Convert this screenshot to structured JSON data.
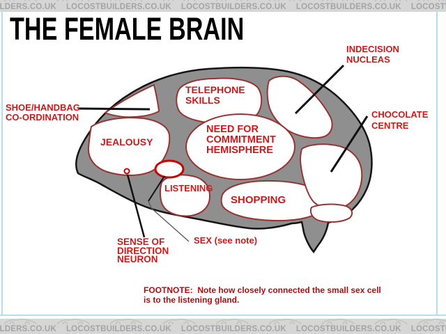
{
  "watermark": {
    "text": "LOCOSTBUILDERS.CO.UK"
  },
  "title": "THE FEMALE BRAIN",
  "labels": {
    "shoe_handbag": [
      "SHOE/HANDBAG",
      "CO-ORDINATION"
    ],
    "indecision": [
      "INDECISION",
      "NUCLEAS"
    ],
    "chocolate": [
      "CHOCOLATE",
      "CENTRE"
    ],
    "sense_of_direction": [
      "SENSE OF",
      "DIRECTION",
      "NEURON"
    ],
    "sex": "SEX (see note)"
  },
  "regions": {
    "jealousy": "JEALOUSY",
    "telephone": [
      "TELEPHONE",
      "SKILLS"
    ],
    "commitment": [
      "NEED FOR",
      "COMMITMENT",
      "HEMISPHERE"
    ],
    "listening": "LISTENING",
    "shopping": "SHOPPING"
  },
  "footnote": {
    "line1": "FOOTNOTE:  Note how closely connected the small sex cell",
    "line2": "is to the listening gland."
  },
  "colors": {
    "brain_gray": "#8f8f8f",
    "brain_outline": "#151515",
    "region_border": "#983333",
    "label_red": "#cc1a1a",
    "footnote_red": "#b00c0c",
    "sex_cell_red": "#cc0000",
    "frame_blue": "#badbeb",
    "banner_bg": "#d6d6d6",
    "banner_text": "#a4a4a4"
  }
}
